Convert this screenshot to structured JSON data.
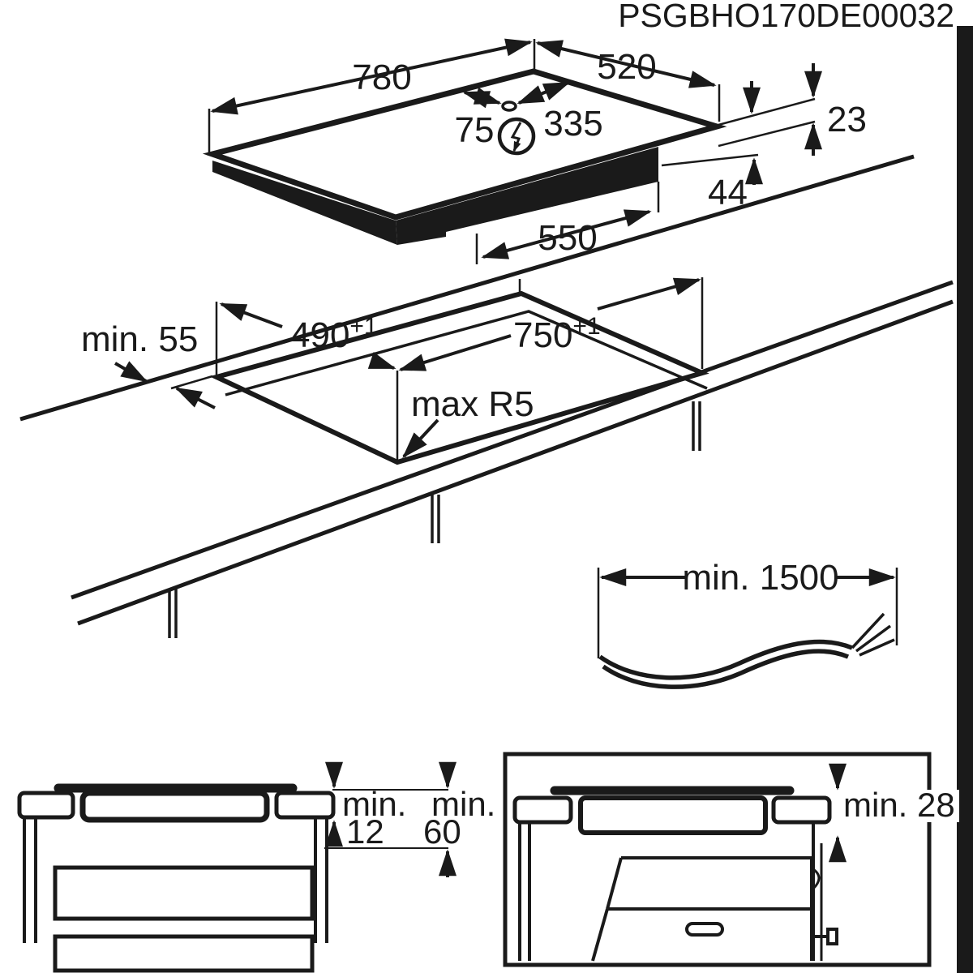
{
  "colors": {
    "ink": "#1a1a1a",
    "paper": "#ffffff"
  },
  "product_code": "PSGBHO170DE00032",
  "icons": {
    "power": "lightning-bolt-in-circle"
  },
  "hob": {
    "width": "780",
    "depth": "520",
    "hole_to_left": "75",
    "hole_to_right": "335",
    "height_above_worktop": "23",
    "height_below_worktop": "44",
    "lower_box_width": "550"
  },
  "cutout": {
    "min_edge_distance": "min. 55",
    "depth": "490",
    "depth_tol": "+1",
    "width": "750",
    "width_tol": "+1",
    "corner_radius": "max R5"
  },
  "cable": {
    "min_length": "min. 1500"
  },
  "clearance_left_panel": {
    "label_min_a": "min.",
    "value_a": "12",
    "label_min_b": "min.",
    "value_b": "60"
  },
  "clearance_right_panel": {
    "label": "min. 28"
  }
}
